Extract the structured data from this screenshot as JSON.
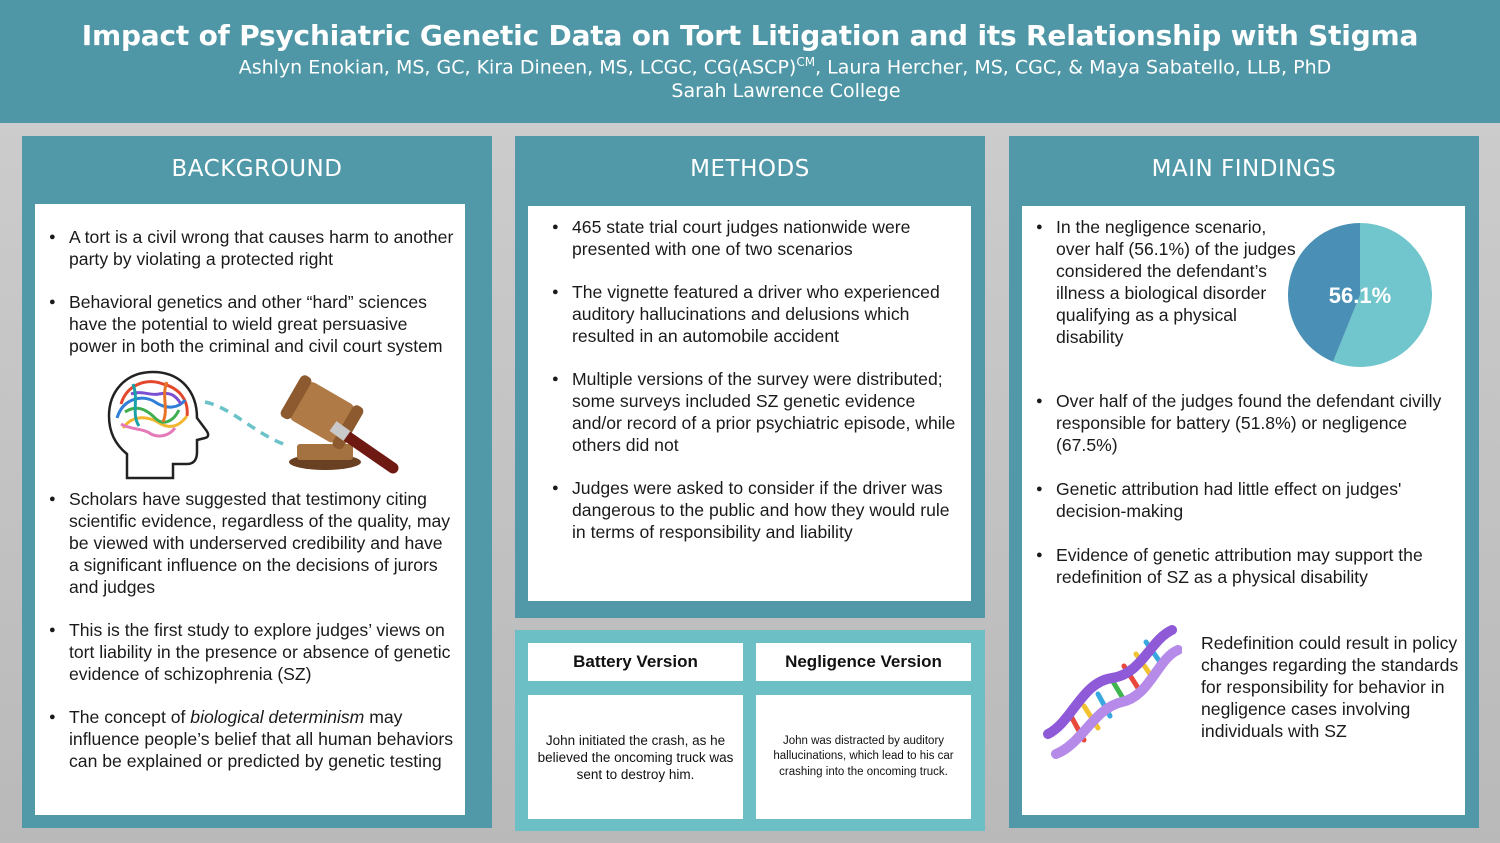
{
  "header": {
    "title": "Impact of Psychiatric Genetic Data on Tort Litigation and its Relationship with Stigma",
    "authors_part1": "Ashlyn Enokian, MS, GC, Kira Dineen, MS, LCGC, CG(ASCP)",
    "authors_sup": "CM",
    "authors_part2": ", Laura Hercher, MS, CGC, & Maya Sabatello, LLB, PhD",
    "college": "Sarah Lawrence College"
  },
  "background": {
    "title": "BACKGROUND",
    "bullet1": "A tort is a civil wrong that causes harm to another party by violating a protected right",
    "bullet2": "Behavioral genetics and other “hard” sciences have the potential to wield great persuasive power in both the criminal and civil court system",
    "bullet3": "Scholars have suggested that testimony citing scientific evidence, regardless of the quality, may be viewed with underserved credibility and have a significant influence on the decisions of jurors and judges",
    "bullet4": "This is the first study to explore judges’ views on tort liability in the presence or absence of genetic evidence of schizophrenia (SZ)",
    "bullet5_pre": "The concept of ",
    "bullet5_em": "biological determinism",
    "bullet5_post": " may influence people’s belief that all human behaviors can be explained or predicted by genetic testing"
  },
  "methods": {
    "title": "METHODS",
    "bullets": [
      "465 state trial court judges nationwide were presented with one of two scenarios",
      "The vignette featured a driver who experienced auditory hallucinations and delusions which resulted in an automobile accident",
      "Multiple versions of the survey were distributed; some surveys included SZ genetic evidence and/or record of a prior psychiatric episode, while others did not",
      "Judges were asked to consider if the driver was dangerous to the public and how they would rule in terms of responsibility and liability"
    ]
  },
  "versions": {
    "battery_header": "Battery Version",
    "negligence_header": "Negligence Version",
    "battery_text": "John initiated the crash, as he believed the oncoming truck was sent to destroy him.",
    "negligence_text": "John was distracted by auditory hallucinations, which lead to his car crashing into the oncoming truck."
  },
  "findings": {
    "title": "MAIN FINDINGS",
    "bullets": [
      "In the negligence scenario, over half (56.1%) of the judges considered the defendant’s illness a biological disorder qualifying as a physical disability",
      "Over half of the judges found the defendant civilly responsible for battery (51.8%) or negligence (67.5%)",
      "Genetic attribution had little effect on judges' decision-making",
      "Evidence of genetic attribution may support the redefinition of SZ as a physical disability"
    ],
    "redefinition": "Redefinition could result in policy changes regarding the standards for responsibility for behavior in negligence cases involving individuals with SZ"
  },
  "chart_data": {
    "type": "pie",
    "values": [
      56.1,
      43.9
    ],
    "labels": [
      "56.1%",
      ""
    ],
    "colors": [
      "#71c5cc",
      "#4a8fb5"
    ]
  },
  "icons": [
    "brain-head-icon",
    "gavel-icon",
    "dna-helix-icon"
  ],
  "colors": {
    "header": "#4f97a6",
    "panel": "#5199a8",
    "table_panel": "#6bbfc5"
  }
}
